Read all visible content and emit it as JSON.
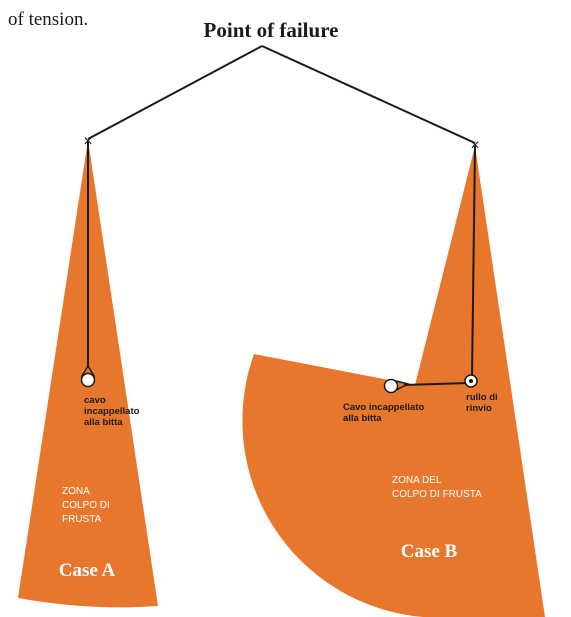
{
  "intro_text": "of tension.",
  "title": "Point of failure",
  "colors": {
    "zone_fill": "#E8772E",
    "zone_fill_dark": "#D8691F",
    "line": "#1a1a1a",
    "label_dark": "#1a1a1a",
    "label_light": "#ffffff"
  },
  "case_a": {
    "cable_label": [
      "cavo",
      "incappellato",
      "alla bitta"
    ],
    "zone_label": [
      "ZONA",
      "COLPO DI",
      "FRUSTA"
    ],
    "case_label": "Case A",
    "failure_marker": "×"
  },
  "case_b": {
    "cable_label": [
      "Cavo incappellato",
      "alla bitta"
    ],
    "roller_label": [
      "rullo di",
      "rinvio"
    ],
    "zone_label": [
      "ZONA DEL",
      "COLPO DI FRUSTA"
    ],
    "case_label": "Case B",
    "failure_marker": "×"
  }
}
